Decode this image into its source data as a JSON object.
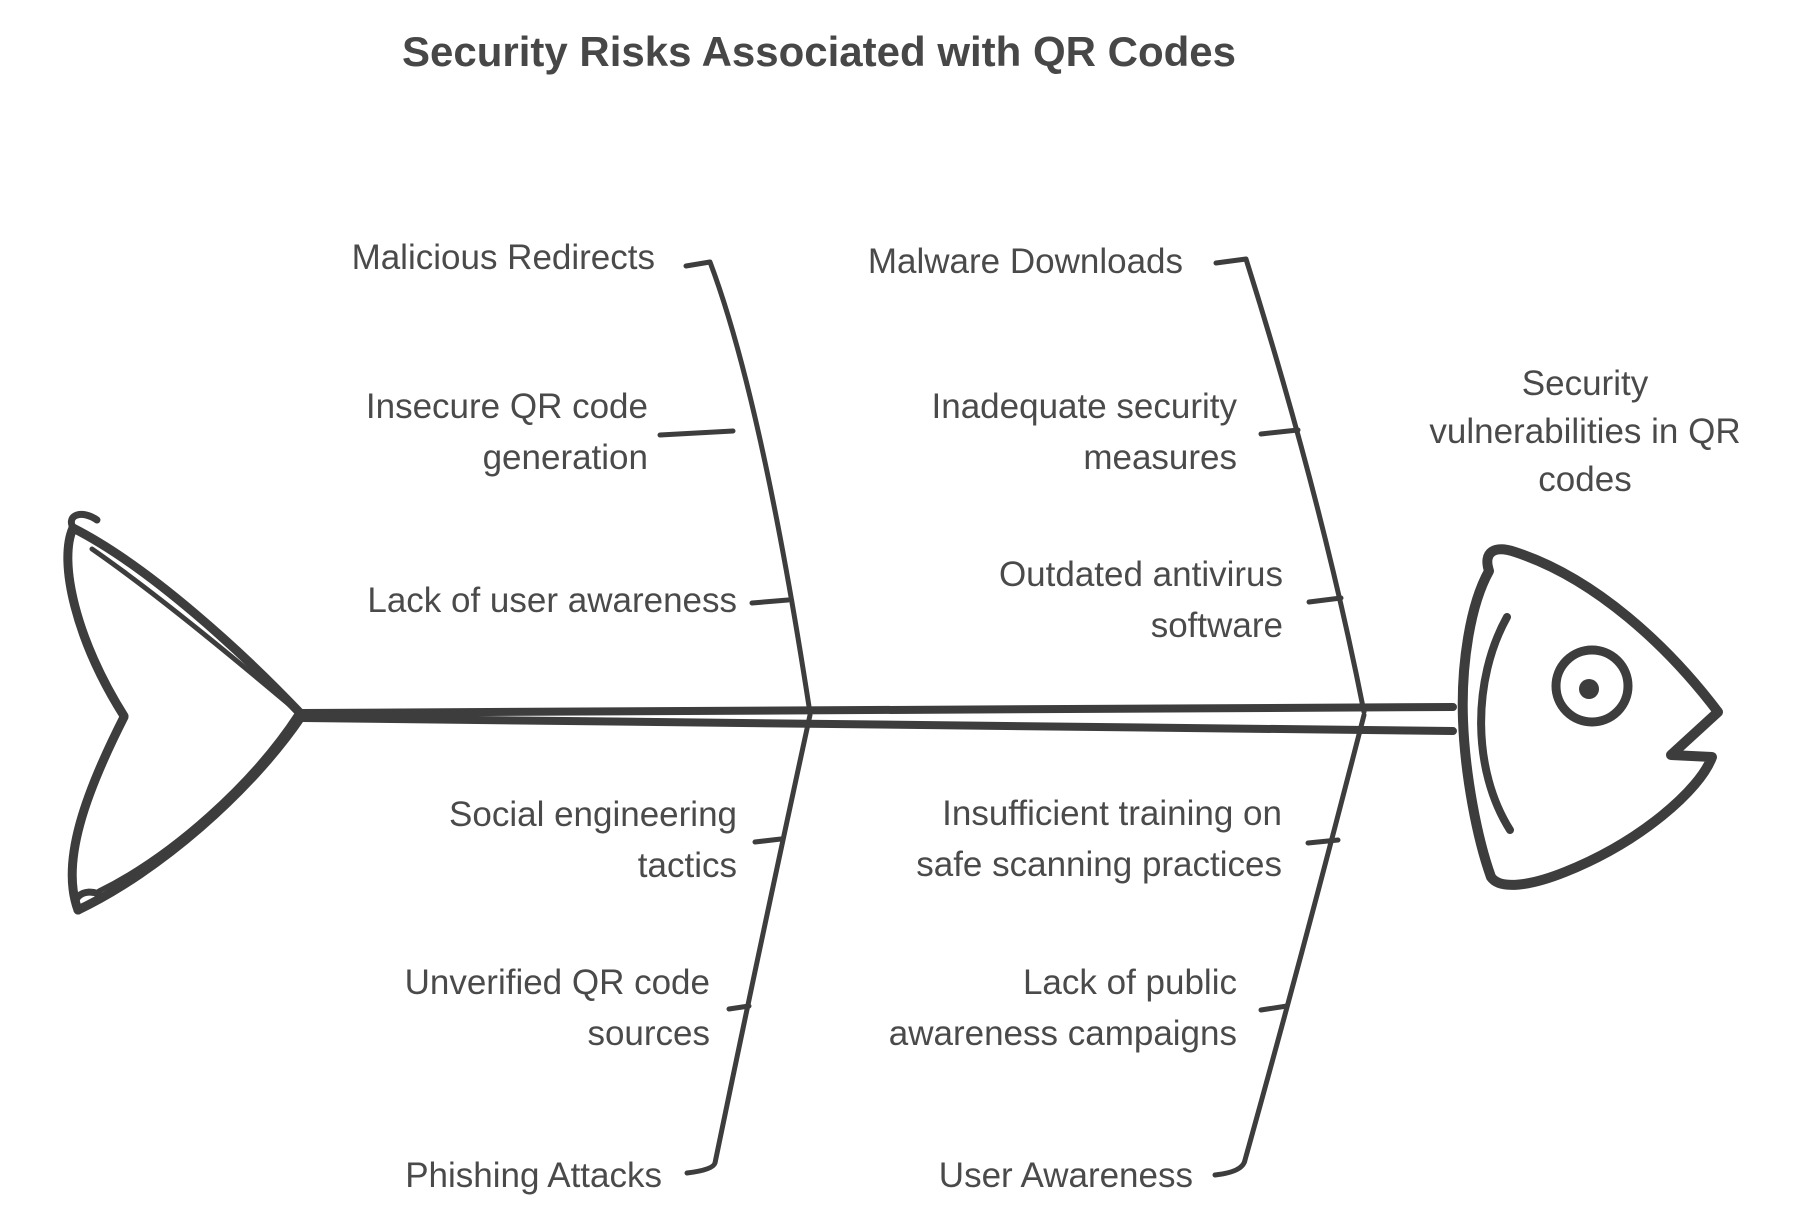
{
  "title": "Security Risks Associated with QR Codes",
  "colors": {
    "background": "#ffffff",
    "line_stroke": "#3d3d3d",
    "text": "#4a4a4a"
  },
  "head": {
    "lines": [
      "Security",
      "vulnerabilities in QR",
      "codes"
    ]
  },
  "branches": {
    "top_left": {
      "labels": [
        {
          "lines": [
            "Malicious Redirects"
          ]
        },
        {
          "lines": [
            "Insecure QR code",
            "generation"
          ]
        },
        {
          "lines": [
            "Lack of user awareness"
          ]
        }
      ]
    },
    "top_right": {
      "labels": [
        {
          "lines": [
            "Malware Downloads"
          ]
        },
        {
          "lines": [
            "Inadequate security",
            "measures"
          ]
        },
        {
          "lines": [
            "Outdated antivirus",
            "software"
          ]
        }
      ]
    },
    "bottom_left": {
      "labels": [
        {
          "lines": [
            "Social engineering",
            "tactics"
          ]
        },
        {
          "lines": [
            "Unverified QR code",
            "sources"
          ]
        },
        {
          "lines": [
            "Phishing Attacks"
          ]
        }
      ]
    },
    "bottom_right": {
      "labels": [
        {
          "lines": [
            "Insufficient training on",
            "safe scanning practices"
          ]
        },
        {
          "lines": [
            "Lack of public",
            "awareness campaigns"
          ]
        },
        {
          "lines": [
            "User Awareness"
          ]
        }
      ]
    }
  }
}
